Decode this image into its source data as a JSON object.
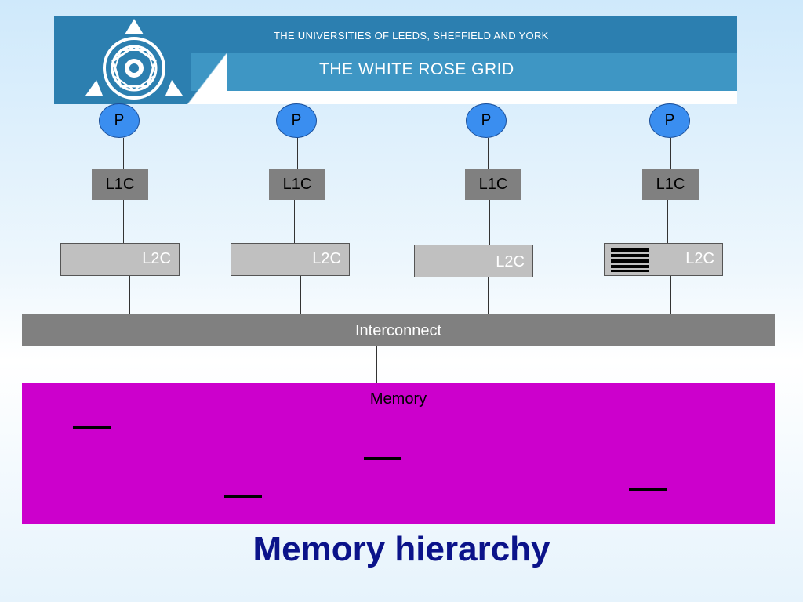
{
  "banner": {
    "line1": "THE UNIVERSITIES OF LEEDS, SHEFFIELD AND YORK",
    "line2": "THE WHITE ROSE GRID"
  },
  "diagram": {
    "processors": [
      "P",
      "P",
      "P",
      "P"
    ],
    "l1_caches": [
      "L1C",
      "L1C",
      "L1C",
      "L1C"
    ],
    "l2_caches": [
      "L2C",
      "L2C",
      "L2C",
      "L2C"
    ],
    "interconnect": "Interconnect",
    "memory": "Memory"
  },
  "caption": "Memory hierarchy",
  "colors": {
    "processor": "#3a8ef0",
    "cache_l1": "#808080",
    "cache_l2": "#c0c0c0",
    "memory": "#cc00cc",
    "caption": "#0b138a"
  }
}
